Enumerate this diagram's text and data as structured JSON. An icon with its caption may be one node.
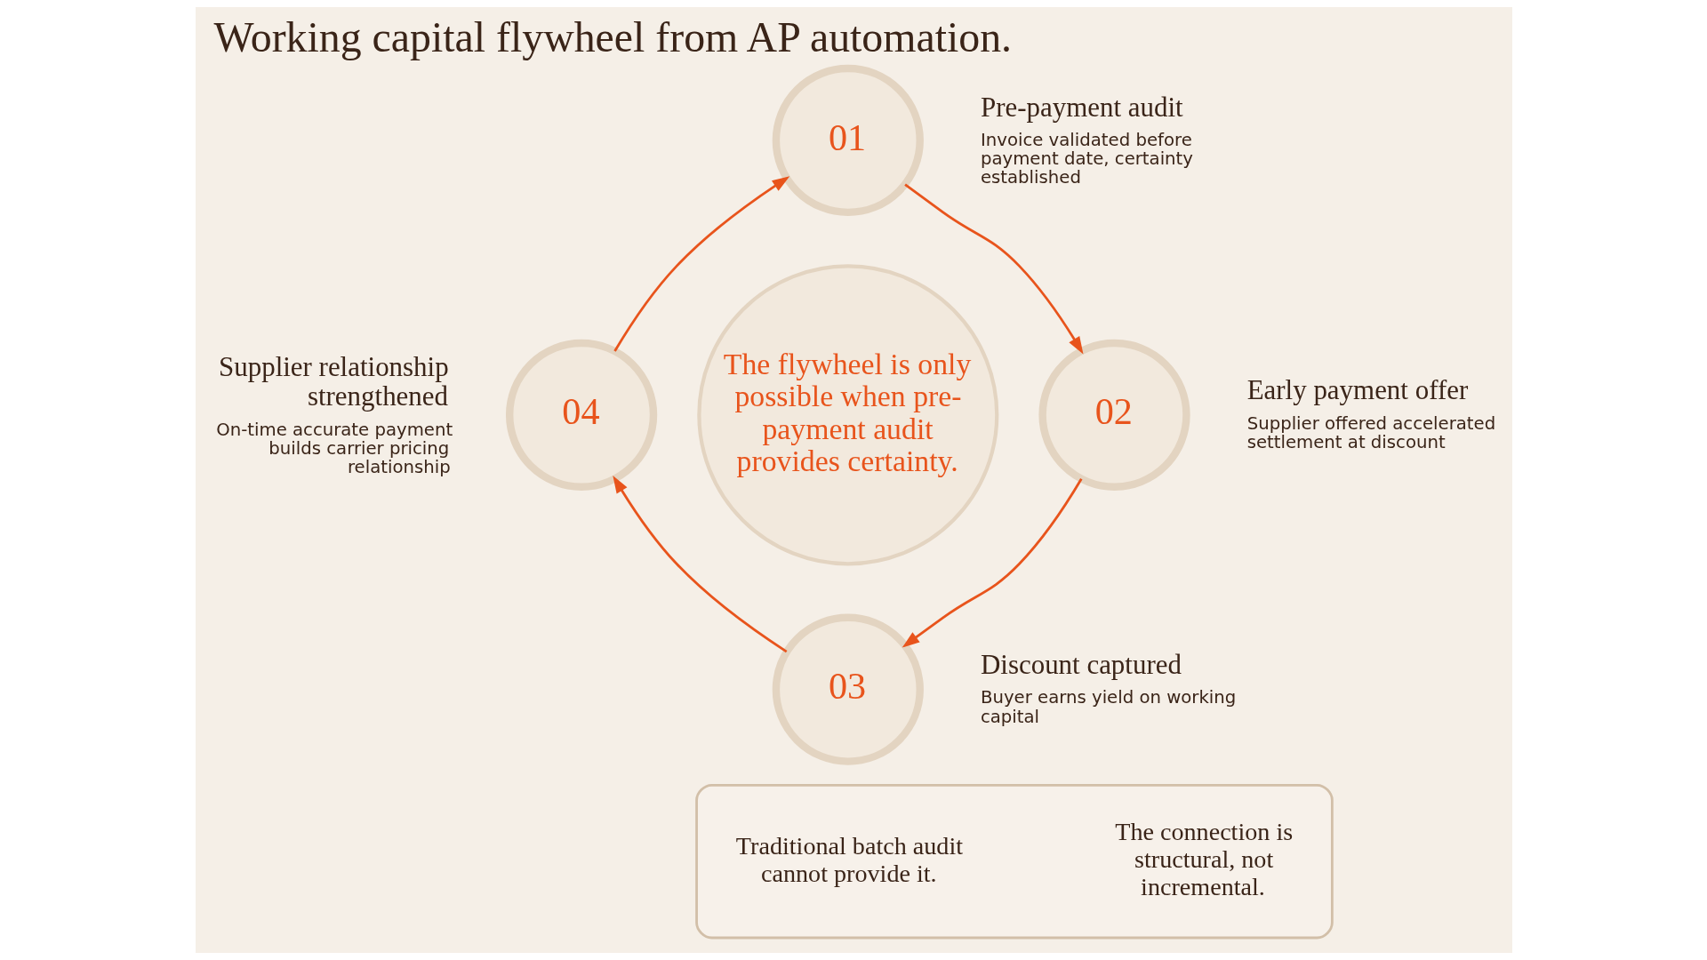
{
  "diagram": {
    "title": "Working capital flywheel from AP automation.",
    "nodes": [
      {
        "text": [
          "01"
        ],
        "beside": [
          "Pre-payment audit",
          "Invoice validated before payment date, certainty established"
        ]
      },
      {
        "text": [
          "02"
        ],
        "beside": [
          "Early payment offer",
          "Supplier offered accelerated settlement at discount"
        ]
      },
      {
        "text": [
          "03"
        ],
        "beside": [
          "Discount captured",
          "Buyer earns yield on working capital"
        ]
      },
      {
        "text": [
          "04"
        ],
        "beside": [
          "Supplier relationship strengthened",
          "On-time accurate payment builds carrier pricing relationship"
        ]
      },
      {
        "text": [
          "The flywheel is only possible when pre-payment audit provides certainty."
        ]
      },
      {
        "text": [],
        "shape": "box"
      },
      {
        "text": [
          "Traditional batch audit cannot provide it."
        ],
        "in": 5
      },
      {
        "text": [
          "The connection is structural, not incremental."
        ],
        "in": 5
      }
    ],
    "edges": [
      {
        "from": 0,
        "to": 1,
        "arrow": "to"
      },
      {
        "from": 1,
        "to": 2,
        "arrow": "to"
      },
      {
        "from": 2,
        "to": 3,
        "arrow": "to"
      },
      {
        "from": 3,
        "to": 0,
        "arrow": "to"
      }
    ]
  }
}
